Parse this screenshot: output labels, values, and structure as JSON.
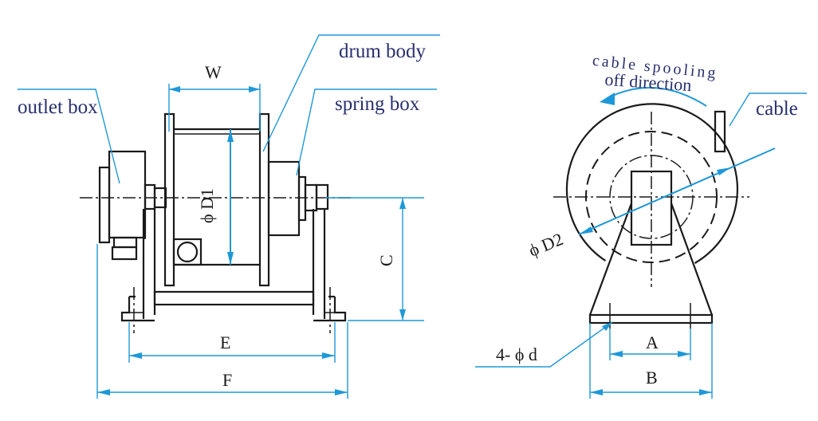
{
  "labels": {
    "drum_body": "drum body",
    "outlet_box": "outlet box",
    "spring_box": "spring box",
    "cable": "cable",
    "spool_dir_line1": "cable spooling",
    "spool_dir_line2": "off direction",
    "dim_W": "W",
    "dim_D1": "ϕ D1",
    "dim_C": "C",
    "dim_E": "E",
    "dim_F": "F",
    "dim_D2": "ϕ D2",
    "dim_holes": "4- ϕ d",
    "dim_A": "A",
    "dim_B": "B"
  },
  "colors": {
    "outline": "#1a1a1a",
    "dimension": "#1e98d8",
    "callout_text": "#27306e"
  }
}
